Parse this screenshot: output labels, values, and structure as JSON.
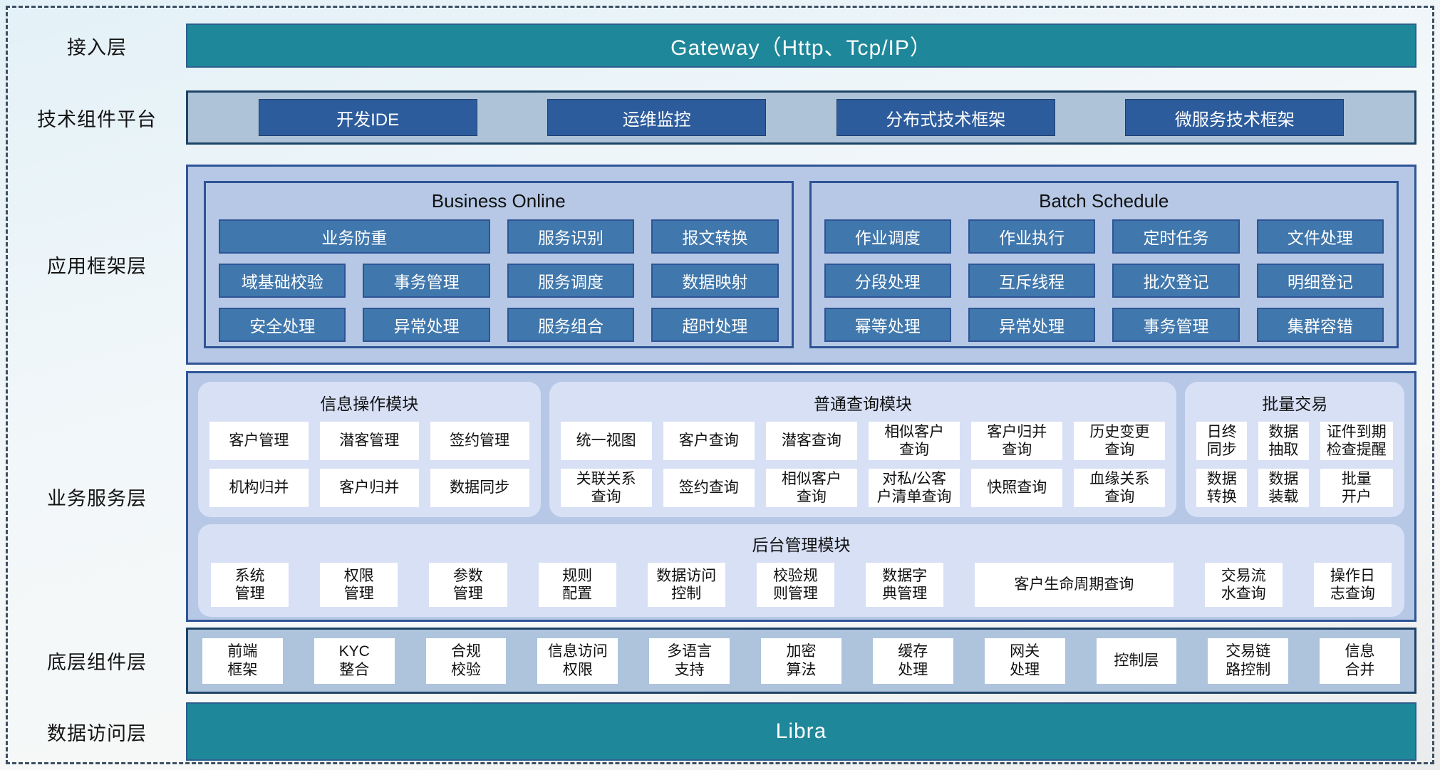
{
  "colors": {
    "teal_bar": "#1e8799",
    "teal_border": "#2e5e8e",
    "dark_blue_btn": "#2d5c9d",
    "steel_blue_btn": "#4077ac",
    "framework_bg": "#b6c8e5",
    "framework_border": "#2f5496",
    "strip_bg": "#aec3d7",
    "strip_border": "#1d4467",
    "panel_bg": "#d7e0f5",
    "cell_bg": "#ffffff",
    "dashed_border": "#3d4f63"
  },
  "layers": {
    "access": {
      "label": "接入层",
      "bar_text": "Gateway（Http、Tcp/IP）"
    },
    "tech": {
      "label": "技术组件平台",
      "buttons": [
        "开发IDE",
        "运维监控",
        "分布式技术框架",
        "微服务技术框架"
      ]
    },
    "app_framework": {
      "label": "应用框架层",
      "groups": [
        {
          "title": "Business Online",
          "buttons": [
            {
              "label": "业务防重",
              "span": 2
            },
            {
              "label": "服务识别",
              "span": 1
            },
            {
              "label": "报文转换",
              "span": 1
            },
            {
              "label": "域基础校验",
              "span": 1
            },
            {
              "label": "事务管理",
              "span": 1
            },
            {
              "label": "服务调度",
              "span": 1
            },
            {
              "label": "数据映射",
              "span": 1
            },
            {
              "label": "安全处理",
              "span": 1
            },
            {
              "label": "异常处理",
              "span": 1
            },
            {
              "label": "服务组合",
              "span": 1
            },
            {
              "label": "超时处理",
              "span": 1
            }
          ]
        },
        {
          "title": "Batch Schedule",
          "buttons": [
            {
              "label": "作业调度",
              "span": 1
            },
            {
              "label": "作业执行",
              "span": 1
            },
            {
              "label": "定时任务",
              "span": 1
            },
            {
              "label": "文件处理",
              "span": 1
            },
            {
              "label": "分段处理",
              "span": 1
            },
            {
              "label": "互斥线程",
              "span": 1
            },
            {
              "label": "批次登记",
              "span": 1
            },
            {
              "label": "明细登记",
              "span": 1
            },
            {
              "label": "幂等处理",
              "span": 1
            },
            {
              "label": "异常处理",
              "span": 1
            },
            {
              "label": "事务管理",
              "span": 1
            },
            {
              "label": "集群容错",
              "span": 1
            }
          ]
        }
      ]
    },
    "business_service": {
      "label": "业务服务层",
      "panels": [
        {
          "title": "信息操作模块",
          "cols": "1fr 1fr 1fr",
          "flex": 2.8,
          "cells": [
            "客户管理",
            "潜客管理",
            "签约管理",
            "机构归并",
            "客户归并",
            "数据同步"
          ]
        },
        {
          "title": "普通查询模块",
          "cols": "1fr 1fr 1fr 1fr 1fr 1fr",
          "flex": 5.3,
          "cells": [
            "统一视图",
            "客户查询",
            "潜客查询",
            "相似客户\n查询",
            "客户归并\n查询",
            "历史变更\n查询",
            "关联关系\n查询",
            "签约查询",
            "相似客户\n查询",
            "对私/公客\n户清单查询",
            "快照查询",
            "血缘关系\n查询"
          ]
        },
        {
          "title": "批量交易",
          "cols": "1fr 1fr 1.45fr",
          "flex": 1.72,
          "cells": [
            "日终\n同步",
            "数据\n抽取",
            "证件到期\n检查提醒",
            "数据\n转换",
            "数据\n装载",
            "批量\n开户"
          ]
        }
      ],
      "admin_panel": {
        "title": "后台管理模块",
        "cells": [
          {
            "label": "系统\n管理",
            "wide": false
          },
          {
            "label": "权限\n管理",
            "wide": false
          },
          {
            "label": "参数\n管理",
            "wide": false
          },
          {
            "label": "规则\n配置",
            "wide": false
          },
          {
            "label": "数据访问\n控制",
            "wide": false
          },
          {
            "label": "校验规\n则管理",
            "wide": false
          },
          {
            "label": "数据字\n典管理",
            "wide": false
          },
          {
            "label": "客户生命周期查询",
            "wide": true
          },
          {
            "label": "交易流\n水查询",
            "wide": false
          },
          {
            "label": "操作日\n志查询",
            "wide": false
          }
        ]
      }
    },
    "bottom_components": {
      "label": "底层组件层",
      "cells": [
        "前端\n框架",
        "KYC\n整合",
        "合规\n校验",
        "信息访问\n权限",
        "多语言\n支持",
        "加密\n算法",
        "缓存\n处理",
        "网关\n处理",
        "控制层",
        "交易链\n路控制",
        "信息\n合并"
      ]
    },
    "data_access": {
      "label": "数据访问层",
      "bar_text": "Libra"
    }
  }
}
